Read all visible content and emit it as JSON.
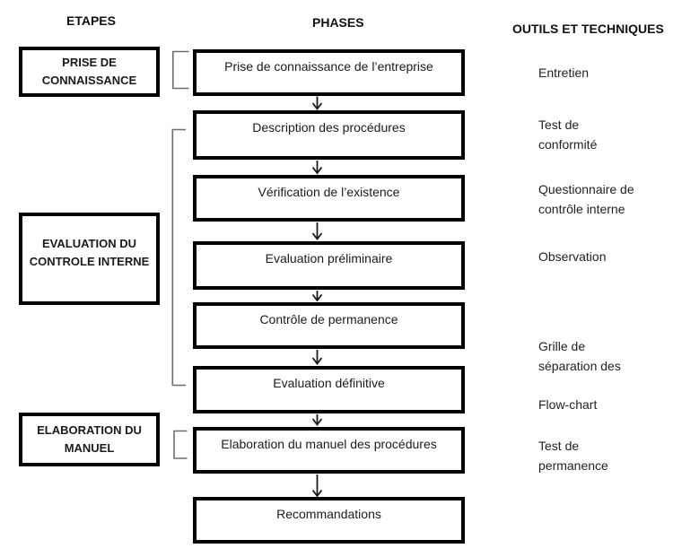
{
  "diagram": {
    "headers": {
      "etapes": "ETAPES",
      "phases": "PHASES",
      "outils": "OUTILS ET TECHNIQUES"
    },
    "etapes": [
      {
        "label": "PRISE DE CONNAISSANCE"
      },
      {
        "label": "EVALUATION DU CONTROLE INTERNE"
      },
      {
        "label": "ELABORATION DU MANUEL"
      }
    ],
    "phases": [
      {
        "label": "Prise de connaissance de l’entreprise"
      },
      {
        "label": "Description des procédures"
      },
      {
        "label": "Vérification de l’existence"
      },
      {
        "label": "Evaluation préliminaire"
      },
      {
        "label": "Contrôle de permanence"
      },
      {
        "label": "Evaluation définitive"
      },
      {
        "label": "Elaboration du manuel des procédures"
      },
      {
        "label": "Recommandations"
      }
    ],
    "outils": [
      {
        "label": "Entretien"
      },
      {
        "label": "Test de\nconformité"
      },
      {
        "label": "Questionnaire de\ncontrôle interne"
      },
      {
        "label": "Observation"
      },
      {
        "label": "Grille de\nséparation des"
      },
      {
        "label": "Flow-chart"
      },
      {
        "label": "Test de\npermanence"
      }
    ],
    "colors": {
      "background": "#ffffff",
      "box_border": "#000000",
      "text": "#1b1b1b",
      "bracket_connector": "#6e6e6e",
      "arrow": "#1a1a1a"
    }
  }
}
